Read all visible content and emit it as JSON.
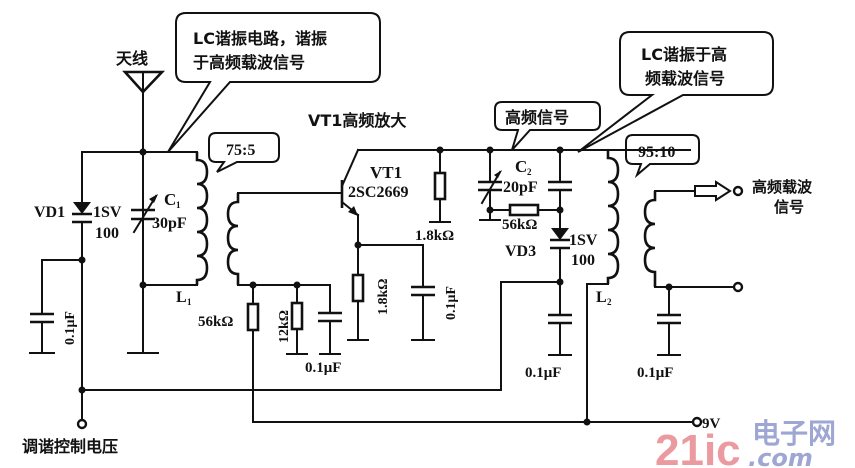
{
  "diagram": {
    "title": "VT1高频放大",
    "callouts": {
      "lc1": [
        "LC谐振电路，谐振",
        "于高频载波信号"
      ],
      "lc2": [
        "LC谐振于高",
        "频载波信号"
      ],
      "rf_signal": "高频信号",
      "ratio1": "75:5",
      "ratio2": "95:10"
    },
    "labels": {
      "antenna": "天线",
      "tuning_voltage": "调谐控制电压",
      "output": [
        "高频载波",
        "信号"
      ],
      "supply": "9V"
    },
    "components": {
      "VD1": {
        "name": "VD1",
        "part": [
          "1SV",
          "100"
        ]
      },
      "C1": {
        "name": "C",
        "sub": "1",
        "value": "30pF"
      },
      "L1": {
        "name": "L",
        "sub": "1"
      },
      "L2": {
        "name": "L",
        "sub": "2"
      },
      "VT1": {
        "name": "VT1",
        "part": "2SC2669"
      },
      "C2": {
        "name": "C",
        "sub": "2",
        "value": "20pF"
      },
      "VD3": {
        "name": "VD3",
        "part": [
          "1SV",
          "100"
        ]
      },
      "R_bias1": "56kΩ",
      "R_bias2": "12kΩ",
      "R_coll": "1.8kΩ",
      "R_emit": "1.8kΩ",
      "R_c2": "56kΩ",
      "caps": {
        "vd1_bypass": "0.1μF",
        "base_bypass": "0.1μF",
        "emit_bypass": "0.1μF",
        "vd3_bypass": "0.1μF",
        "out_bypass": "0.1μF"
      }
    },
    "watermark": {
      "left": "21ic",
      "right_top": "电子网",
      "right_bottom": ".com"
    }
  }
}
